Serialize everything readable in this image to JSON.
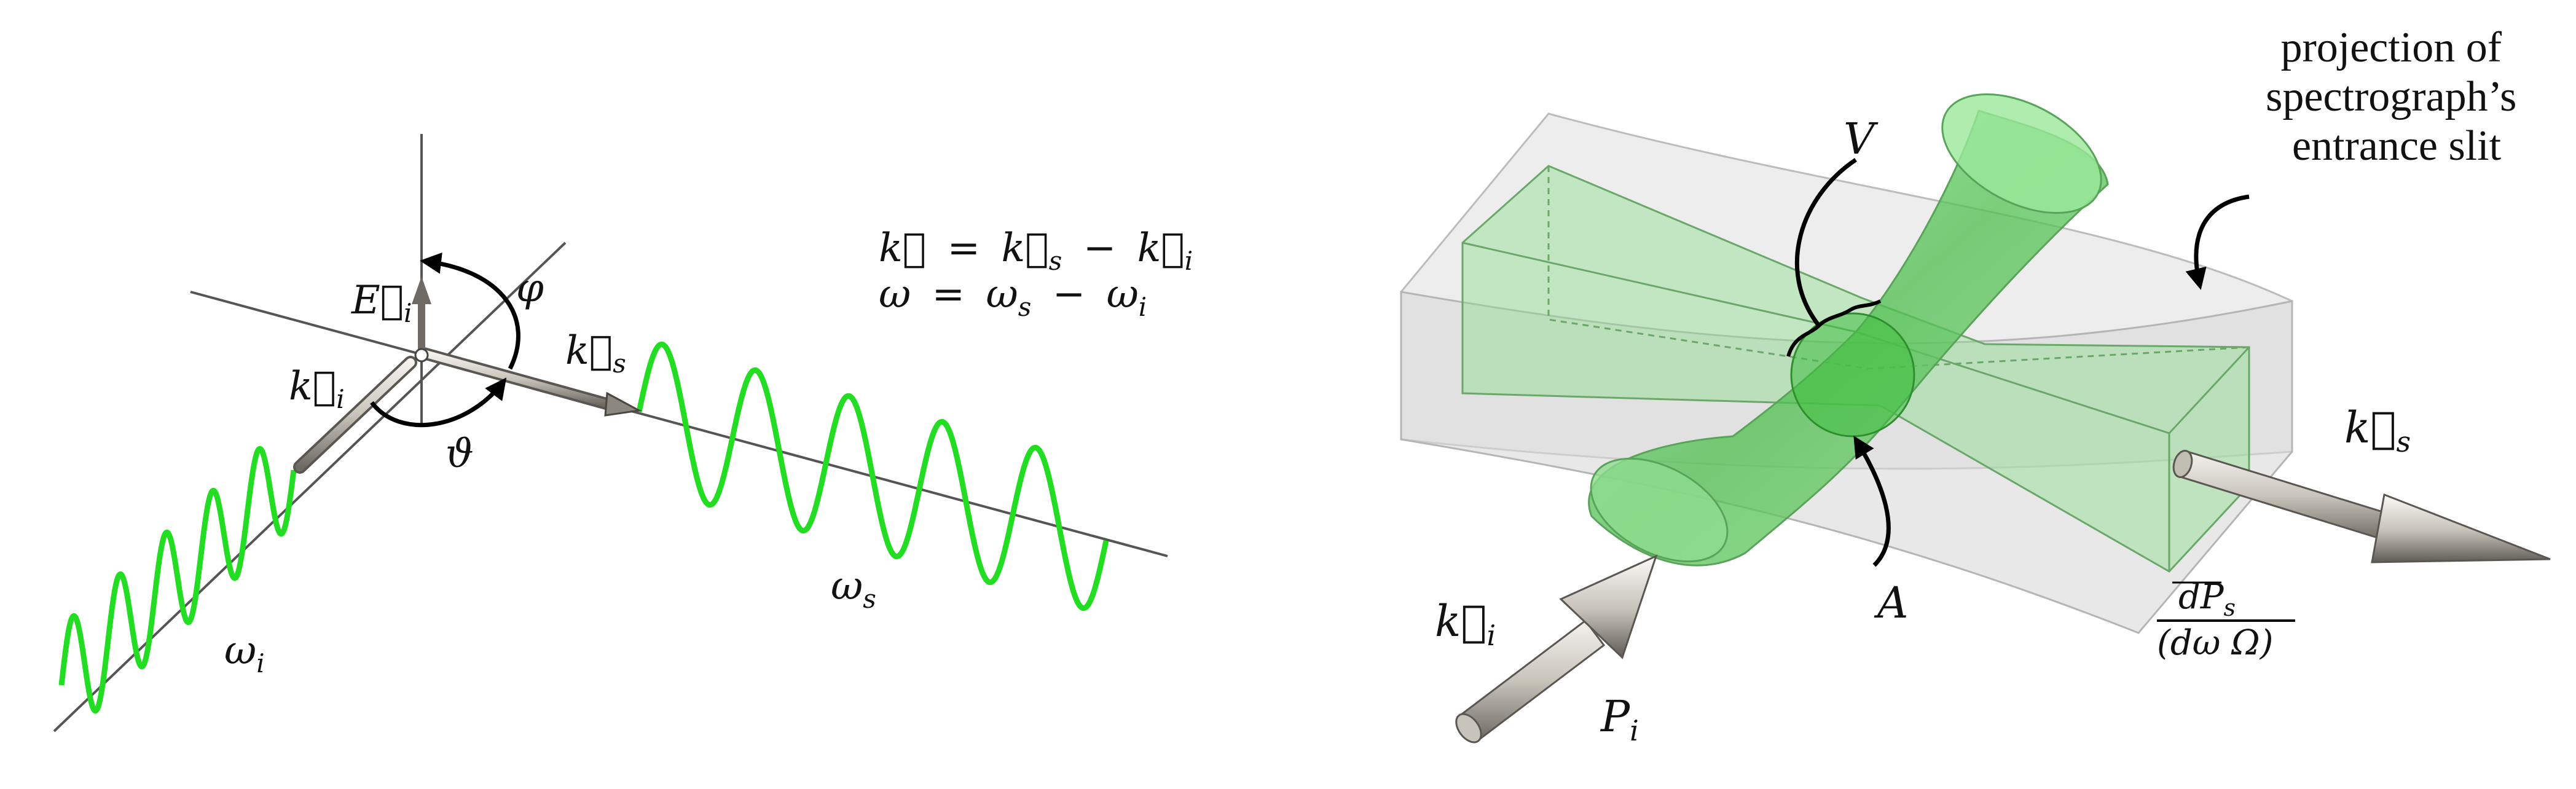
{
  "left_panel": {
    "E_i": "E⃗",
    "E_i_sub": "i",
    "phi": "φ",
    "theta": "ϑ",
    "k_i": "k⃗",
    "k_i_sub": "i",
    "k_s": "k⃗",
    "k_s_sub": "s",
    "omega_i": "ω",
    "omega_i_sub": "i",
    "omega_s": "ω",
    "omega_s_sub": "s",
    "eq1_lhs": "k⃗",
    "eq1_rhs_a": "k⃗",
    "eq1_rhs_a_sub": "s",
    "eq1_rhs_b": "k⃗",
    "eq1_rhs_b_sub": "i",
    "eq1_ops": [
      "=",
      "−"
    ],
    "eq2_lhs": "ω",
    "eq2_rhs_a": "ω",
    "eq2_rhs_a_sub": "s",
    "eq2_rhs_b": "ω",
    "eq2_rhs_b_sub": "i",
    "eq2_ops": [
      "=",
      "−"
    ],
    "wave_color": "#22dd22"
  },
  "right_panel": {
    "V": "V",
    "A": "A",
    "k_s": "k⃗",
    "k_s_sub": "s",
    "k_i": "k⃗",
    "k_i_sub": "i",
    "P_i": "P",
    "P_i_sub": "i",
    "frac_num_bar": "dP",
    "frac_num_sub": "s",
    "frac_den": "(dω Ω)",
    "caption_lines": [
      "projection of",
      "spectrograph’s",
      "entrance slit"
    ],
    "beam_color": "#7bd67b",
    "slit_color": "#d9d9d9"
  }
}
